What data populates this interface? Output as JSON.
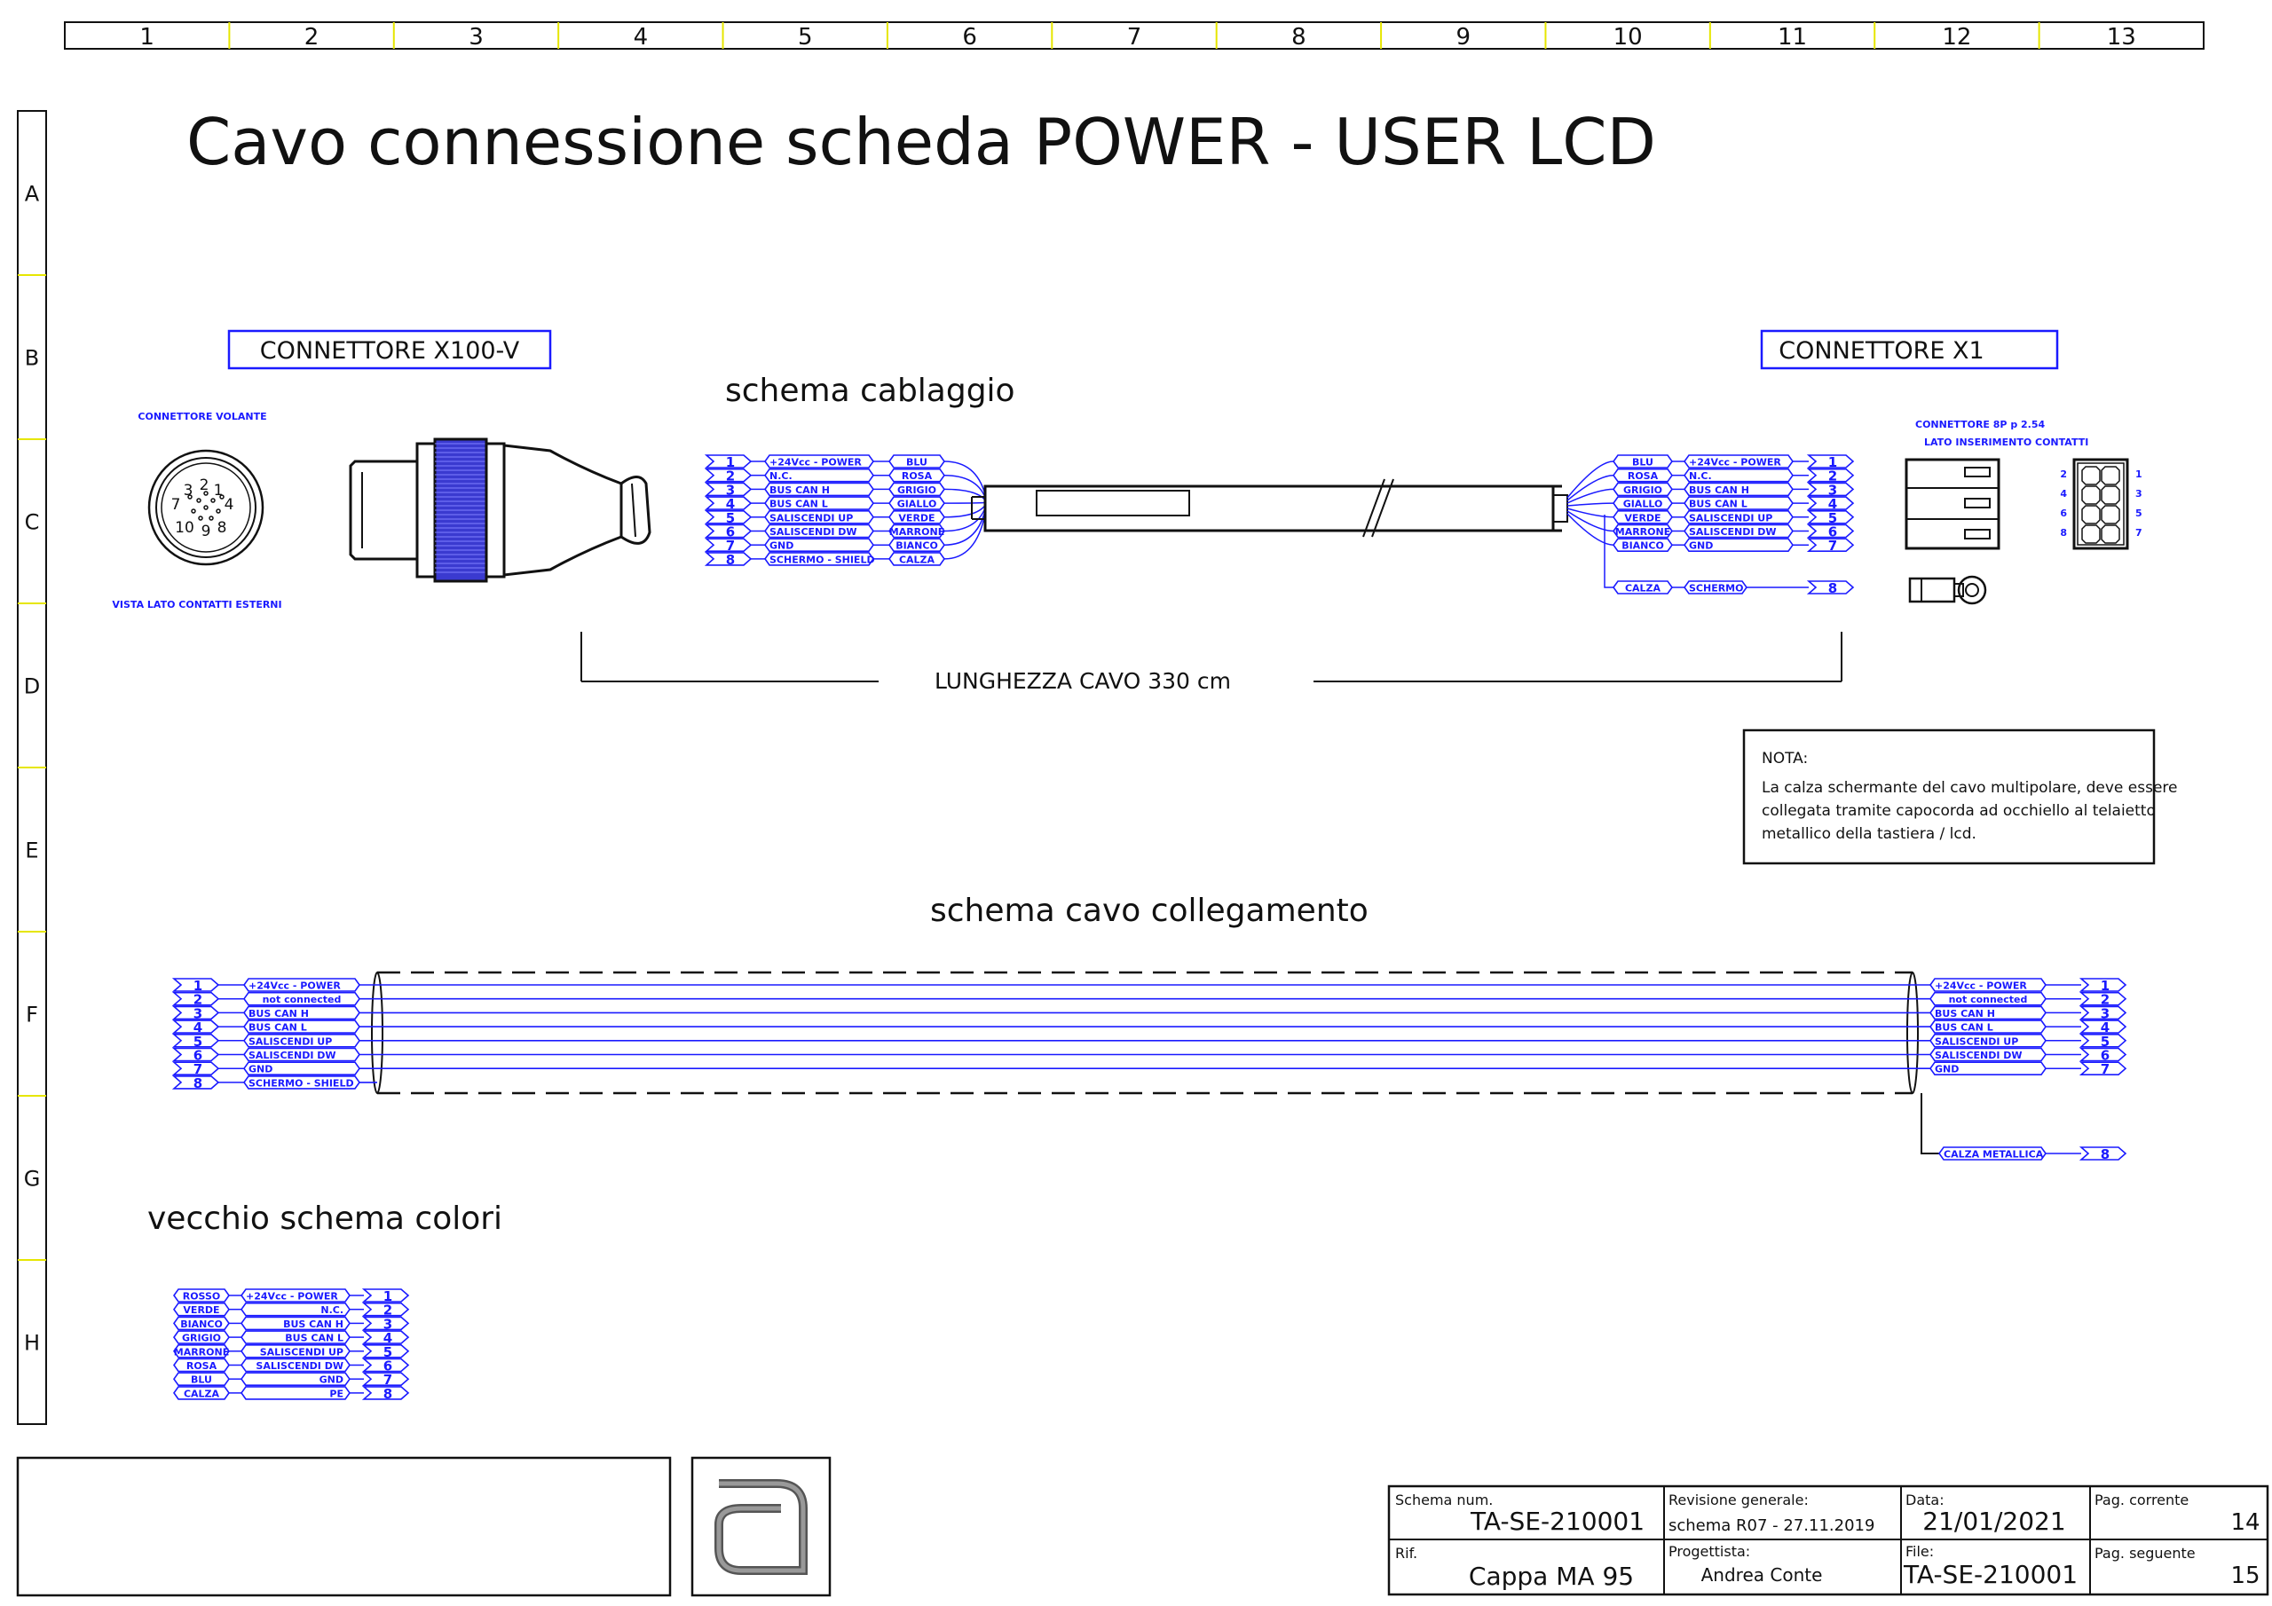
{
  "colors": {
    "ink": "#111111",
    "wire": "#1a1aff",
    "ruler_tick": "#e6e600"
  },
  "ruler": {
    "columns": [
      "1",
      "2",
      "3",
      "4",
      "5",
      "6",
      "7",
      "8",
      "9",
      "10",
      "11",
      "12",
      "13"
    ],
    "rows": [
      "A",
      "B",
      "C",
      "D",
      "E",
      "F",
      "G",
      "H"
    ]
  },
  "title": "Cavo connessione scheda POWER - USER LCD",
  "left_connector": {
    "title": "CONNETTORE X100-V",
    "top_label": "CONNETTORE VOLANTE",
    "bottom_label": "VISTA LATO CONTATTI ESTERNI",
    "pins": [
      "1",
      "2",
      "3",
      "4",
      "7",
      "8",
      "9",
      "10"
    ]
  },
  "right_connector": {
    "title": "CONNETTORE X1",
    "label1": "CONNETTORE 8P p 2.54",
    "label2": "LATO INSERIMENTO CONTATTI",
    "pin_left": [
      "2",
      "4",
      "6",
      "8"
    ],
    "pin_right": [
      "1",
      "3",
      "5",
      "7"
    ]
  },
  "wiring": {
    "title": "schema cablaggio",
    "left_rows": [
      {
        "pin": "1",
        "signal": "+24Vcc - POWER",
        "color": "BLU"
      },
      {
        "pin": "2",
        "signal": "N.C.",
        "color": "ROSA"
      },
      {
        "pin": "3",
        "signal": "BUS CAN H",
        "color": "GRIGIO"
      },
      {
        "pin": "4",
        "signal": "BUS CAN L",
        "color": "GIALLO"
      },
      {
        "pin": "5",
        "signal": "SALISCENDI UP",
        "color": "VERDE"
      },
      {
        "pin": "6",
        "signal": "SALISCENDI DW",
        "color": "MARRONE"
      },
      {
        "pin": "7",
        "signal": "GND",
        "color": "BIANCO"
      },
      {
        "pin": "8",
        "signal": "SCHERMO - SHIELD",
        "color": "CALZA"
      }
    ],
    "right_rows": [
      {
        "color": "BLU",
        "signal": "+24Vcc - POWER",
        "pin": "1"
      },
      {
        "color": "ROSA",
        "signal": "N.C.",
        "pin": "2"
      },
      {
        "color": "GRIGIO",
        "signal": "BUS CAN H",
        "pin": "3"
      },
      {
        "color": "GIALLO",
        "signal": "BUS CAN L",
        "pin": "4"
      },
      {
        "color": "VERDE",
        "signal": "SALISCENDI UP",
        "pin": "5"
      },
      {
        "color": "MARRONE",
        "signal": "SALISCENDI DW",
        "pin": "6"
      },
      {
        "color": "BIANCO",
        "signal": "GND",
        "pin": "7"
      }
    ],
    "shield_row": {
      "color": "CALZA",
      "signal": "SCHERMO",
      "pin": "8"
    },
    "length_label": "LUNGHEZZA CAVO 330 cm"
  },
  "note": {
    "heading": "NOTA:",
    "lines": [
      "La calza schermante del cavo multipolare, deve essere",
      "collegata tramite capocorda ad occhiello al telaietto",
      "metallico della tastiera / lcd."
    ]
  },
  "link_cable": {
    "title": "schema cavo collegamento",
    "rows": [
      {
        "pin": "1",
        "signal": "+24Vcc - POWER"
      },
      {
        "pin": "2",
        "signal": "not connected"
      },
      {
        "pin": "3",
        "signal": "BUS CAN H"
      },
      {
        "pin": "4",
        "signal": "BUS CAN L"
      },
      {
        "pin": "5",
        "signal": "SALISCENDI UP"
      },
      {
        "pin": "6",
        "signal": "SALISCENDI DW"
      },
      {
        "pin": "7",
        "signal": "GND"
      },
      {
        "pin": "8",
        "signal": "SCHERMO - SHIELD"
      }
    ],
    "right_rows": [
      {
        "signal": "+24Vcc - POWER",
        "pin": "1"
      },
      {
        "signal": "not connected",
        "pin": "2"
      },
      {
        "signal": "BUS CAN H",
        "pin": "3"
      },
      {
        "signal": "BUS CAN L",
        "pin": "4"
      },
      {
        "signal": "SALISCENDI UP",
        "pin": "5"
      },
      {
        "signal": "SALISCENDI DW",
        "pin": "6"
      },
      {
        "signal": "GND",
        "pin": "7"
      }
    ],
    "shield_row": {
      "signal": "CALZA METALLICA",
      "pin": "8"
    }
  },
  "old_colors": {
    "title": "vecchio schema colori",
    "rows": [
      {
        "color": "ROSSO",
        "signal": "+24Vcc - POWER",
        "pin": "1"
      },
      {
        "color": "VERDE",
        "signal": "N.C.",
        "pin": "2"
      },
      {
        "color": "BIANCO",
        "signal": "BUS CAN H",
        "pin": "3"
      },
      {
        "color": "GRIGIO",
        "signal": "BUS CAN L",
        "pin": "4"
      },
      {
        "color": "MARRONE",
        "signal": "SALISCENDI UP",
        "pin": "5"
      },
      {
        "color": "ROSA",
        "signal": "SALISCENDI DW",
        "pin": "6"
      },
      {
        "color": "BLU",
        "signal": "GND",
        "pin": "7"
      },
      {
        "color": "CALZA",
        "signal": "PE",
        "pin": "8"
      }
    ]
  },
  "title_block": {
    "schema_label": "Schema num.",
    "schema_value": "TA-SE-210001",
    "rev_label": "Revisione generale:",
    "rev_value": "schema R07 - 27.11.2019",
    "date_label": "Data:",
    "date_value": "21/01/2021",
    "cur_label": "Pag. corrente",
    "cur_value": "14",
    "rif_label": "Rif.",
    "rif_value": "Cappa MA 95",
    "designer_label": "Progettista:",
    "designer_value": "Andrea Conte",
    "file_label": "File:",
    "file_value": "TA-SE-210001",
    "next_label": "Pag. seguente",
    "next_value": "15"
  }
}
